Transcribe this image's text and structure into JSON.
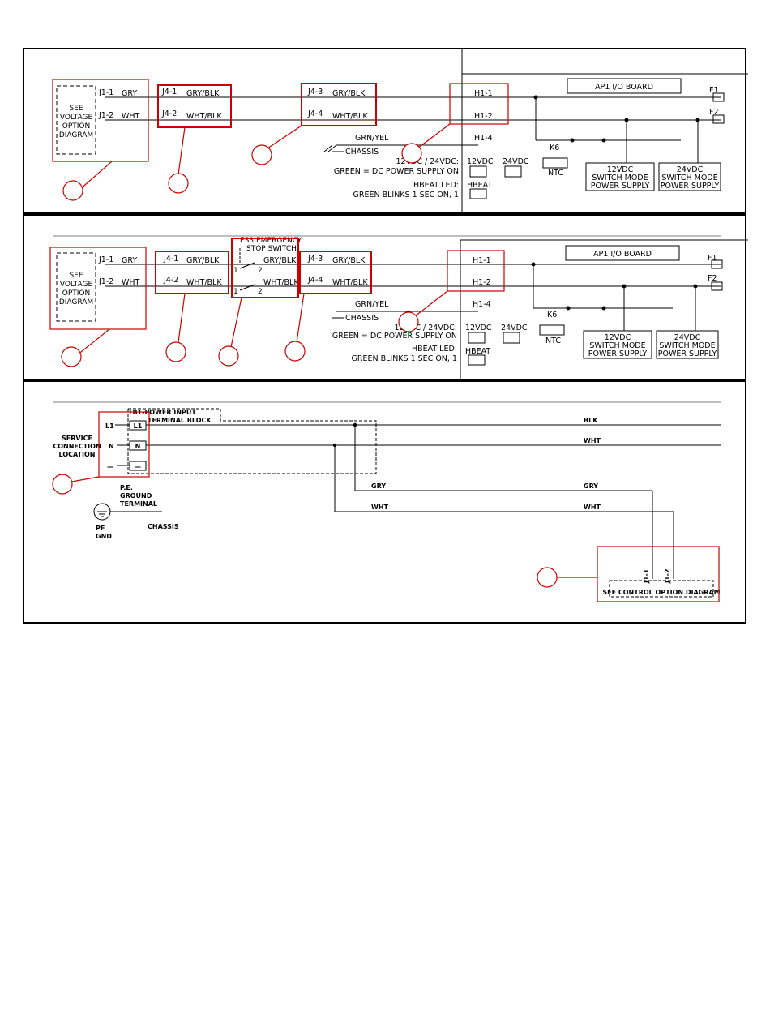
{
  "panel1": {
    "j1_1": "J1-1",
    "j1_2": "J1-2",
    "gry": "GRY",
    "wht": "WHT",
    "see_voltage": [
      "SEE",
      "VOLTAGE",
      "OPTION",
      "DIAGRAM"
    ],
    "j4_1": "J4-1",
    "j4_2": "J4-2",
    "j4_3": "J4-3",
    "j4_4": "J4-4",
    "gry_blk": "GRY/BLK",
    "wht_blk": "WHT/BLK",
    "h1_1": "H1-1",
    "h1_2": "H1-2",
    "h1_4": "H1-4",
    "grn_yel": "GRN/YEL",
    "chassis": "CHASSIS",
    "vdc_line": "12VDC / 24VDC:",
    "green_dc": "GREEN = DC POWER SUPPLY ON",
    "hbeat_led": "HBEAT LED:",
    "green_blinks": "GREEN BLINKS 1 SEC ON, 1",
    "v12": "12VDC",
    "v24": "24VDC",
    "hbeat": "HBEAT",
    "board_title": "AP1   I/O BOARD",
    "f1": "F1",
    "f2": "F2",
    "k6": "K6",
    "ntc": "NTC",
    "ps12": [
      "12VDC",
      "SWITCH MODE",
      "POWER SUPPLY"
    ],
    "ps24": [
      "24VDC",
      "SWITCH MODE",
      "POWER SUPPLY"
    ]
  },
  "panel2": {
    "es3": [
      "ES3 EMERGENCY",
      "STOP SWITCH"
    ],
    "sw1": "1",
    "sw2": "2"
  },
  "panel3": {
    "tb1": [
      "TB1-POWER INPUT",
      "TERMINAL BLOCK"
    ],
    "service": [
      "SERVICE",
      "CONNECTION",
      "LOCATION"
    ],
    "l1": "L1",
    "n": "N",
    "dash": "—",
    "blk": "BLK",
    "wht": "WHT",
    "gry": "GRY",
    "pe_ground": [
      "P.E.",
      "GROUND",
      "TERMINAL"
    ],
    "pe_gnd": [
      "PE",
      "GND"
    ],
    "chassis": "CHASSIS",
    "j1_1": "J1-1",
    "j1_2": "J1-2",
    "see_control": "SEE CONTROL OPTION DIAGRAM"
  },
  "colors": {
    "highlight": "#cc0000",
    "line": "#000000"
  }
}
